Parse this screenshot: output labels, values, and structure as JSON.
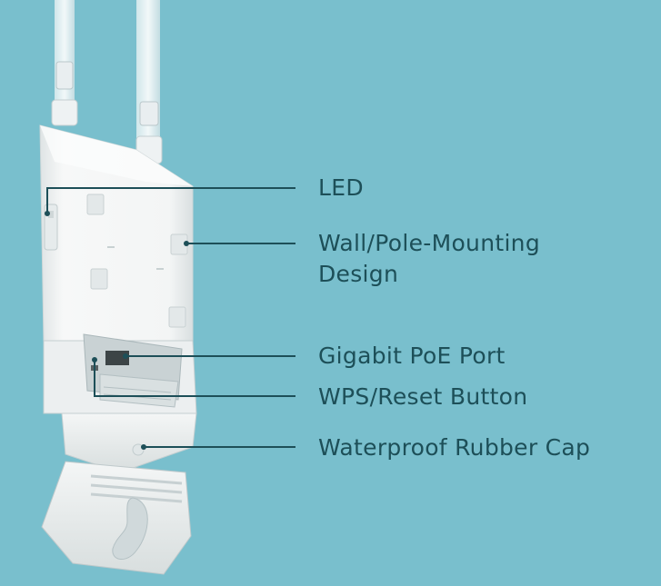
{
  "callouts": {
    "led": "LED",
    "mounting_line1": "Wall/Pole-Mounting",
    "mounting_line2": "Design",
    "poe_port": "Gigabit PoE Port",
    "wps_reset": "WPS/Reset Button",
    "rubber_cap": "Waterproof Rubber Cap"
  },
  "colors": {
    "background": "#79bfcd",
    "label_text": "#1d4f58",
    "leader_line": "#1d4f58",
    "device_body": "#f4f6f6"
  }
}
